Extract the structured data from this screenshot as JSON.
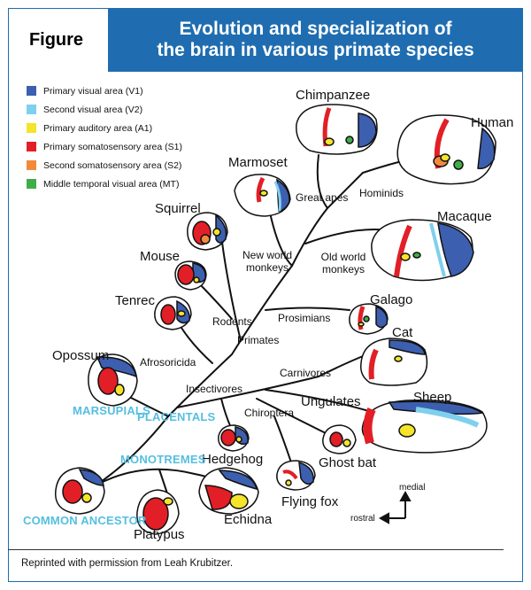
{
  "header": {
    "figure_label": "Figure",
    "title_line1": "Evolution and specialization of",
    "title_line2": "the brain in various primate species"
  },
  "legend": [
    {
      "label": "Primary visual area (V1)",
      "color": "#3d5fb0"
    },
    {
      "label": "Second visual area (V2)",
      "color": "#7fd0ec"
    },
    {
      "label": "Primary auditory area (A1)",
      "color": "#f4e42a"
    },
    {
      "label": "Primary somatosensory area (S1)",
      "color": "#e21f26"
    },
    {
      "label": "Second somatosensory area (S2)",
      "color": "#f28a3c"
    },
    {
      "label": "Middle temporal visual area (MT)",
      "color": "#3fae49"
    }
  ],
  "species": {
    "chimpanzee": "Chimpanzee",
    "human": "Human",
    "marmoset": "Marmoset",
    "macaque": "Macaque",
    "squirrel": "Squirrel",
    "mouse": "Mouse",
    "galago": "Galago",
    "tenrec": "Tenrec",
    "cat": "Cat",
    "opossum": "Opossum",
    "sheep": "Sheep",
    "ungulates": "Ungulates",
    "hedgehog": "Hedgehog",
    "ghost_bat": "Ghost bat",
    "flying_fox": "Flying fox",
    "echidna": "Echidna",
    "platypus": "Platypus"
  },
  "clades": {
    "great_apes": "Great apes",
    "hominids": "Hominids",
    "new_world_monkeys": "New world monkeys",
    "old_world_monkeys": "Old world monkeys",
    "rodents": "Rodents",
    "prosimians": "Prosimians",
    "primates": "Primates",
    "afrosoricida": "Afrosoricida",
    "carnivores": "Carnivores",
    "insectivores": "Insectivores",
    "chiroptera": "Chiroptera"
  },
  "groups": {
    "marsupials": "MARSUPIALS",
    "placentals": "PLACENTALS",
    "monotremes": "MONOTREMES",
    "common_ancestor": "COMMON ANCESTOR"
  },
  "orientation": {
    "medial": "medial",
    "rostral": "rostral"
  },
  "credit": "Reprinted with permission from Leah Krubitzer."
}
